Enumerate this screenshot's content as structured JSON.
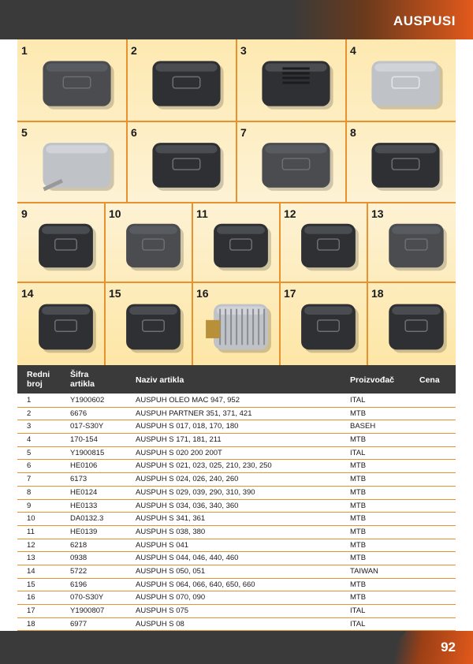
{
  "header": {
    "title": "AUSPUSI"
  },
  "gallery": {
    "labels": [
      "1",
      "2",
      "3",
      "4",
      "5",
      "6",
      "7",
      "8",
      "9",
      "10",
      "11",
      "12",
      "13",
      "14",
      "15",
      "16",
      "17",
      "18"
    ]
  },
  "table": {
    "headers": {
      "redni_broj": "Redni\nbroj",
      "sifra": "Šifra\nartikla",
      "naziv": "Naziv artikla",
      "proizvodjac": "Proizvođač",
      "cena": "Cena"
    },
    "rows": [
      {
        "no": "1",
        "code": "Y1900602",
        "name": "AUSPUH OLEO MAC 947, 952",
        "maker": "ITAL",
        "price": ""
      },
      {
        "no": "2",
        "code": "6676",
        "name": "AUSPUH PARTNER 351, 371, 421",
        "maker": "MTB",
        "price": ""
      },
      {
        "no": "3",
        "code": "017-S30Y",
        "name": "AUSPUH S 017, 018, 170, 180",
        "maker": "BASEH",
        "price": ""
      },
      {
        "no": "4",
        "code": "170-154",
        "name": "AUSPUH S 171, 181, 211",
        "maker": "MTB",
        "price": ""
      },
      {
        "no": "5",
        "code": "Y1900815",
        "name": "AUSPUH S 020 200 200T",
        "maker": "ITAL",
        "price": ""
      },
      {
        "no": "6",
        "code": "HE0106",
        "name": "AUSPUH S 021, 023, 025, 210, 230, 250",
        "maker": "MTB",
        "price": ""
      },
      {
        "no": "7",
        "code": "6173",
        "name": "AUSPUH S 024, 026, 240, 260",
        "maker": "MTB",
        "price": ""
      },
      {
        "no": "8",
        "code": "HE0124",
        "name": "AUSPUH S 029, 039, 290, 310, 390",
        "maker": "MTB",
        "price": ""
      },
      {
        "no": "9",
        "code": "HE0133",
        "name": "AUSPUH S 034, 036, 340, 360",
        "maker": "MTB",
        "price": ""
      },
      {
        "no": "10",
        "code": "DA0132.3",
        "name": "AUSPUH S 341, 361",
        "maker": "MTB",
        "price": ""
      },
      {
        "no": "11",
        "code": "HE0139",
        "name": "AUSPUH S 038, 380",
        "maker": "MTB",
        "price": ""
      },
      {
        "no": "12",
        "code": "6218",
        "name": "AUSPUH S 041",
        "maker": "MTB",
        "price": ""
      },
      {
        "no": "13",
        "code": "0938",
        "name": "AUSPUH S 044, 046, 440, 460",
        "maker": "MTB",
        "price": ""
      },
      {
        "no": "14",
        "code": "5722",
        "name": "AUSPUH S 050, 051",
        "maker": "TAIWAN",
        "price": ""
      },
      {
        "no": "15",
        "code": "6196",
        "name": "AUSPUH S 064, 066, 640, 650, 660",
        "maker": "MTB",
        "price": ""
      },
      {
        "no": "16",
        "code": "070-S30Y",
        "name": "AUSPUH S 070, 090",
        "maker": "MTB",
        "price": ""
      },
      {
        "no": "17",
        "code": "Y1900807",
        "name": "AUSPUH S 075",
        "maker": "ITAL",
        "price": ""
      },
      {
        "no": "18",
        "code": "6977",
        "name": "AUSPUH S 08",
        "maker": "ITAL",
        "price": ""
      }
    ]
  },
  "footer": {
    "page_number": "92"
  },
  "colors": {
    "dark": "#3a3a3a",
    "accent": "#e2591b",
    "grid_line": "#e9912f",
    "cell_bg": "#fdf0cc"
  }
}
